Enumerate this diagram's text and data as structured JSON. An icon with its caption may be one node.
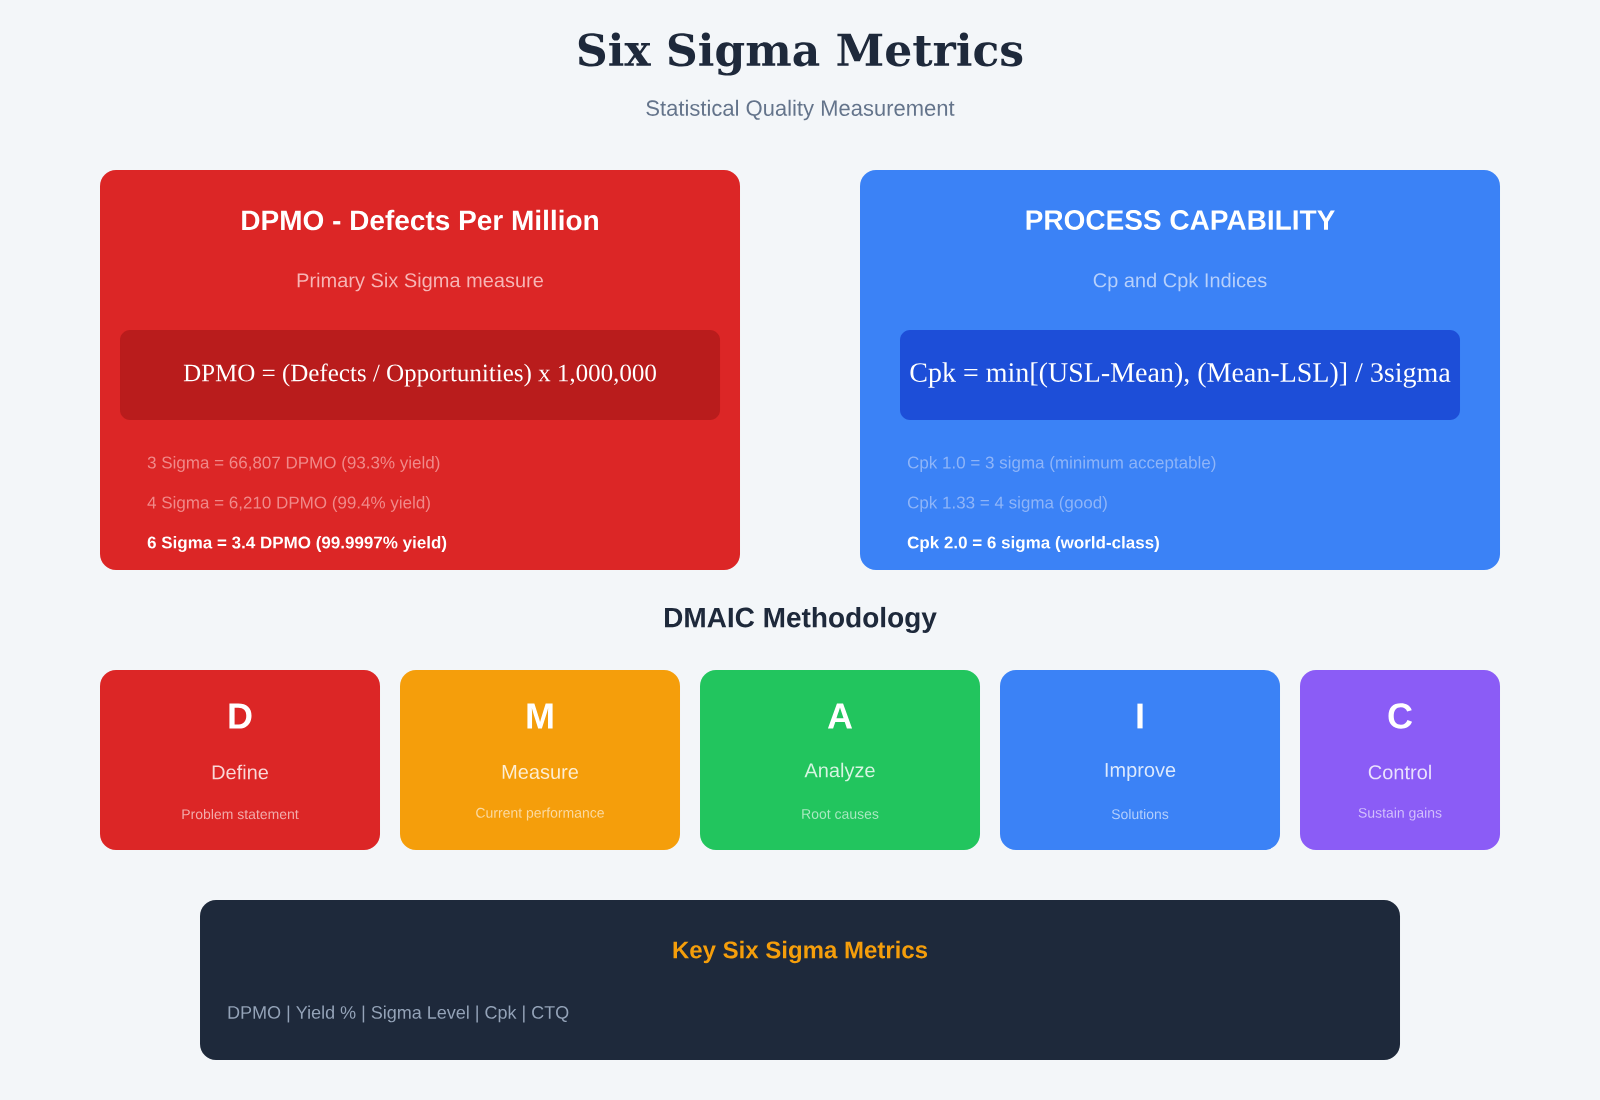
{
  "diagram": {
    "title": "Six Sigma Metrics",
    "nodes": [
      {
        "text": [
          "DPMO - Defects Per Million",
          "Primary Six Sigma measure",
          "3 Sigma = 66,807 DPMO (93.3% yield)",
          "4 Sigma = 6,210 DPMO (99.4% yield)",
          "6 Sigma = 3.4 DPMO (99.9997% yield)"
        ]
      },
      {
        "text": [
          "DPMO = (Defects / Opportunities) x 1,000,000"
        ],
        "in": 0
      },
      {
        "text": [
          "PROCESS CAPABILITY",
          "Cp and Cpk Indices",
          "Cpk 1.0 = 3 sigma (minimum acceptable)",
          "Cpk 1.33 = 4 sigma (good)",
          "Cpk 2.0 = 6 sigma (world-class)"
        ]
      },
      {
        "text": [
          "Cpk = min[(USL-Mean), (Mean-LSL)] / 3sigma"
        ],
        "in": 2
      },
      {
        "text": [
          "D",
          "Define",
          "Problem statement"
        ]
      },
      {
        "text": [
          "M",
          "Measure",
          "Current performance"
        ]
      },
      {
        "text": [
          "A",
          "Analyze",
          "Root causes"
        ]
      },
      {
        "text": [
          "I",
          "Improve",
          "Solutions"
        ]
      },
      {
        "text": [
          "C",
          "Control",
          "Sustain gains"
        ]
      },
      {
        "text": [
          "Key Six Sigma Metrics",
          "DPMO | Yield % | Sigma Level | Cpk | CTQ"
        ]
      }
    ],
    "edges": [],
    "labels": [
      "Statistical Quality Measurement",
      "DMAIC Methodology"
    ]
  }
}
